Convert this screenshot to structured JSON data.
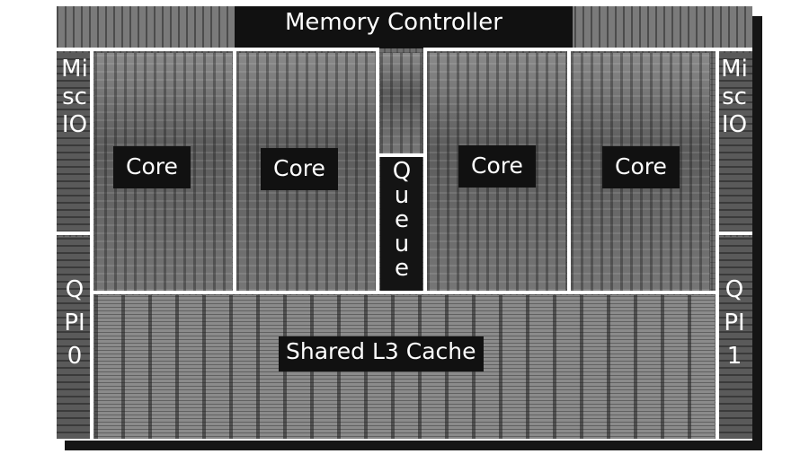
{
  "diagram": {
    "memory_controller": "Memory Controller",
    "cores": [
      {
        "label": "Core"
      },
      {
        "label": "Core"
      },
      {
        "label": "Core"
      },
      {
        "label": "Core"
      }
    ],
    "queue": "Queue",
    "shared_cache": "Shared L3 Cache",
    "misc_io_left": "MiscIO",
    "misc_io_right": "MiscIO",
    "qpi_left": "QPI0",
    "qpi_right": "QPI1"
  },
  "colors": {
    "die_gray": "#6e6e6e",
    "divider": "#ffffff",
    "label_bg": "#111111",
    "label_text": "#ffffff"
  }
}
